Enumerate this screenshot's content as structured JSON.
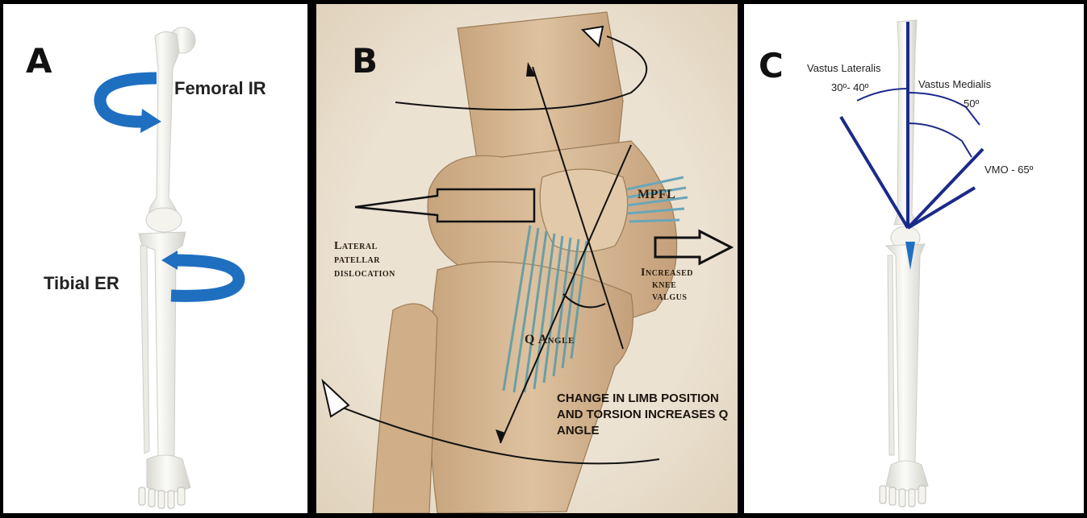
{
  "panel_a": {
    "letter": "A",
    "femoral_label": "Femoral IR",
    "tibial_label": "Tibial ER"
  },
  "panel_b": {
    "letter": "B",
    "mpfl_label": "MPFL",
    "lateral_line1": "Lateral",
    "lateral_line2": "patellar",
    "lateral_line3": "dislocation",
    "valgus_line1": "Increased",
    "valgus_line2": "knee",
    "valgus_line3": "valgus",
    "q_angle_label": "Q Angle",
    "note": "CHANGE IN LIMB POSITION AND TORSION INCREASES Q ANGLE"
  },
  "panel_c": {
    "letter": "C",
    "vl_name": "Vastus Lateralis",
    "vl_angle": "30º- 40º",
    "vm_name": "Vastus Medialis",
    "vm_angle": "50º",
    "vmo_label": "VMO - 65º"
  },
  "colors": {
    "rotation_arrow": "#1f6fc0",
    "angle_lines": "#1a2a8a",
    "bone": "#f2f1ec",
    "parchment": "#e9ddca"
  }
}
